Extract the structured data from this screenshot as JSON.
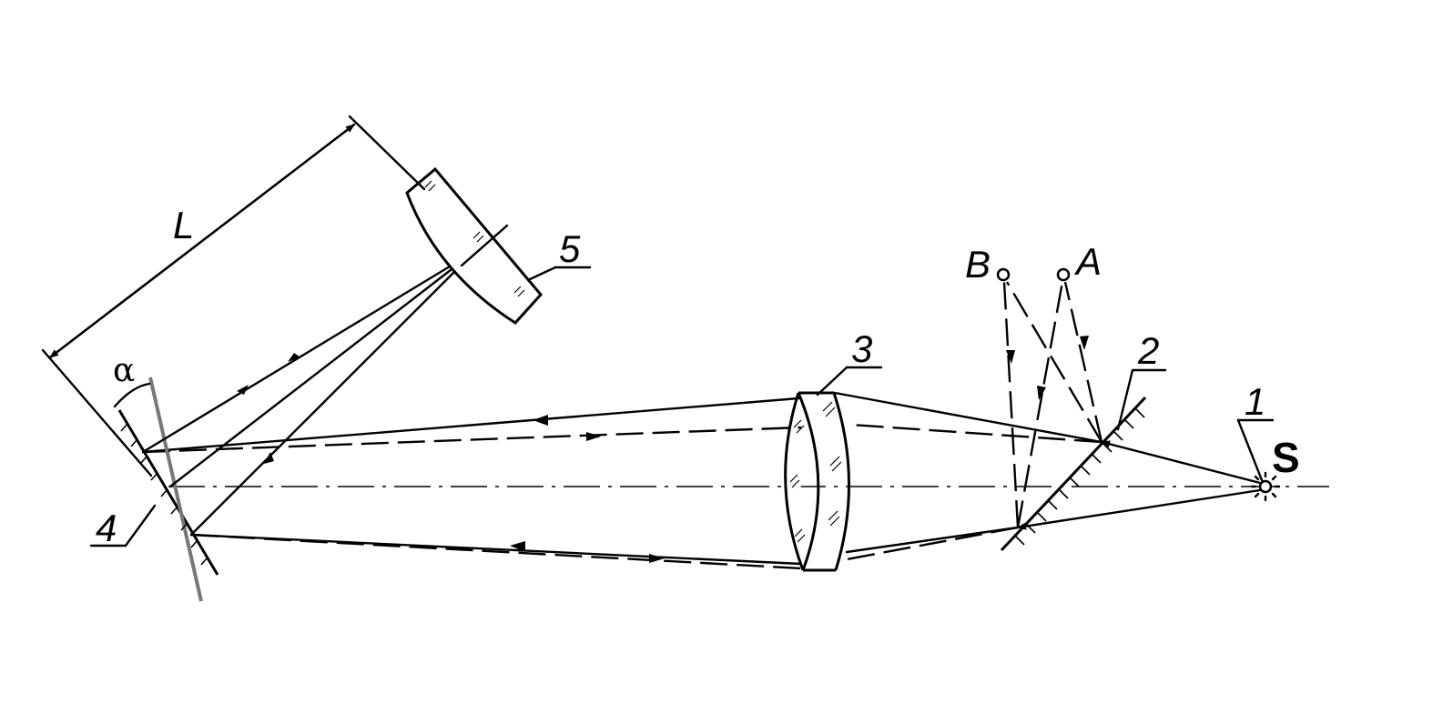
{
  "figure": {
    "labels": {
      "source_number": "1",
      "mirror2": "2",
      "lens": "3",
      "mirror4": "4",
      "mirror5": "5",
      "source": "S",
      "point_a": "A",
      "point_b": "B",
      "distance": "L",
      "angle": "α"
    }
  }
}
